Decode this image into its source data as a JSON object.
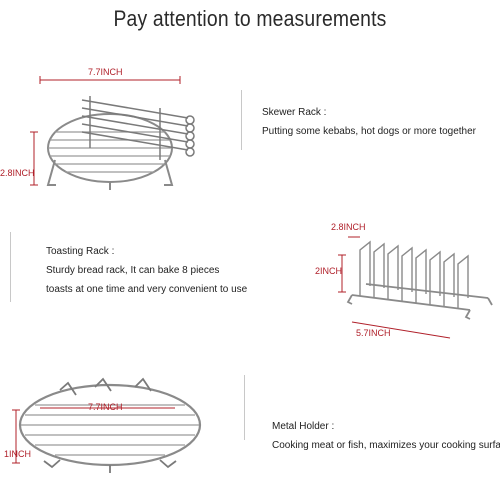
{
  "title": "Pay attention to measurements",
  "products": [
    {
      "name_label": "Skewer Rack :",
      "description_lines": [
        "Putting some kebabs, hot dogs or more together"
      ],
      "dimensions": [
        "7.7INCH",
        "2.8INCH"
      ]
    },
    {
      "name_label": "Toasting Rack :",
      "description_lines": [
        "Sturdy bread rack, It can bake 8 pieces",
        "toasts at one time and very convenient to use"
      ],
      "dimensions": [
        "2.8INCH",
        "2INCH",
        "5.7INCH"
      ]
    },
    {
      "name_label": "Metal Holder :",
      "description_lines": [
        "Cooking meat or fish, maximizes your cooking surface"
      ],
      "dimensions": [
        "7.7INCH",
        "1INCH"
      ]
    }
  ],
  "colors": {
    "dimension_line": "#b0202a",
    "text": "#222222",
    "divider": "#c8c8c8",
    "metal": "#8a8a8a"
  }
}
